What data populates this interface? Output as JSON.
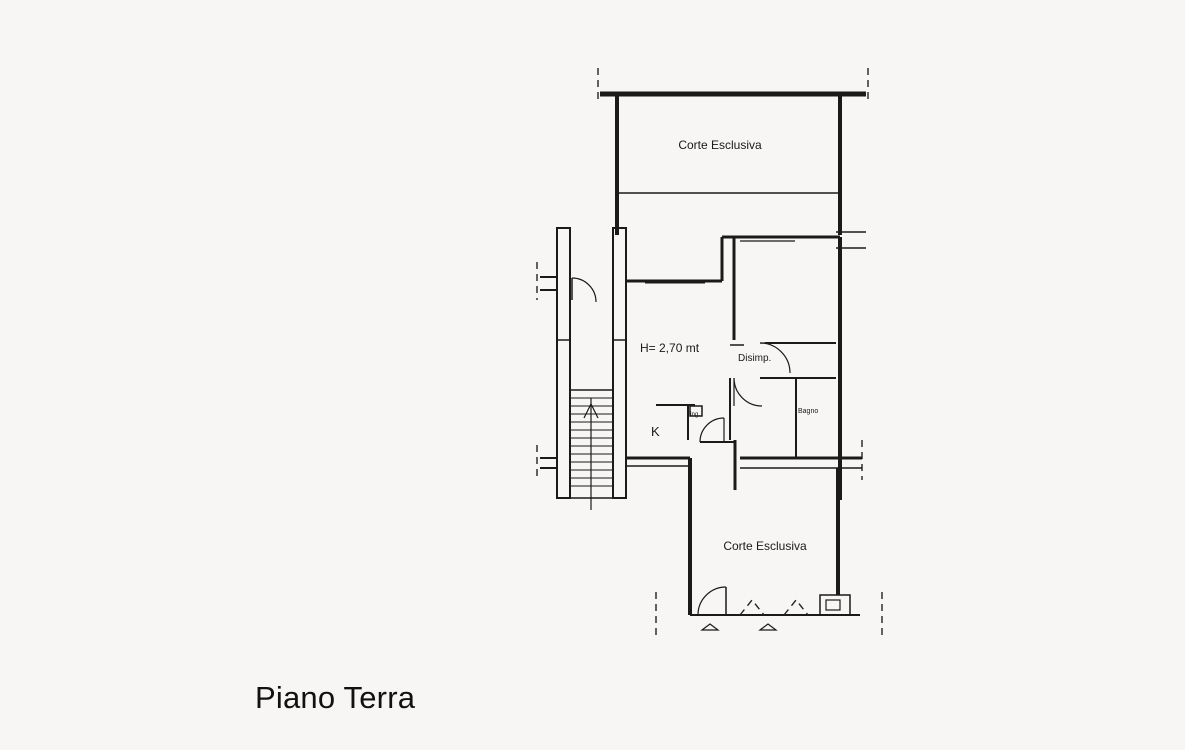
{
  "page_title": "Piano Terra",
  "rooms": {
    "courtyard_top": "Corte Esclusiva",
    "courtyard_bottom": "Corte Esclusiva",
    "height": "H= 2,70 mt",
    "hallway": "Disimp.",
    "bathroom": "Bagno",
    "entrance": "Ing.",
    "kitchen": "K"
  },
  "colors": {
    "paper": "#f7f6f4",
    "ink": "#1a1a1a"
  }
}
